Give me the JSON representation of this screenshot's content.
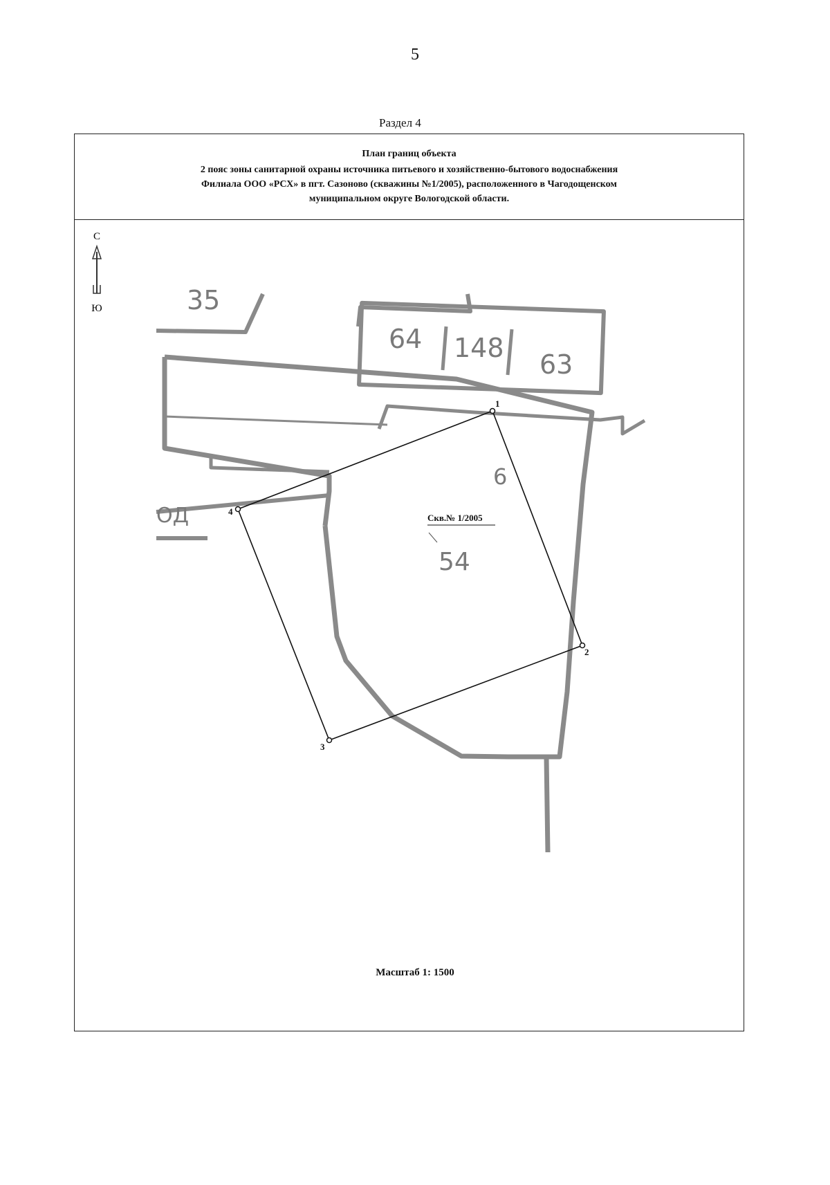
{
  "page_number": "5",
  "section": "Раздел 4",
  "header": {
    "title": "План границ объекта",
    "line2": "2 пояс зоны санитарной охраны источника питьевого и хозяйственно-бытового водоснабжения",
    "line3": "Филиала ООО «РСХ» в пгт. Сазоново (скважины №1/2005), расположенного в Чагодощенском",
    "line4": "муниципальном округе Вологодской области."
  },
  "compass": {
    "north": "С",
    "south": "Ю",
    "icon": "north-arrow-icon"
  },
  "map": {
    "parcel_numbers": [
      "35",
      "64",
      "148",
      "63",
      "6",
      "54",
      "ОД"
    ],
    "well_label": "Скв.№ 1/2005",
    "boundary_points": [
      "1",
      "2",
      "3",
      "4"
    ],
    "colors": {
      "boundary_line": "#111111",
      "parcel_outline": "#8a8a8a",
      "parcel_text": "#7a7a7a"
    }
  },
  "scale": "Масштаб 1: 1500"
}
